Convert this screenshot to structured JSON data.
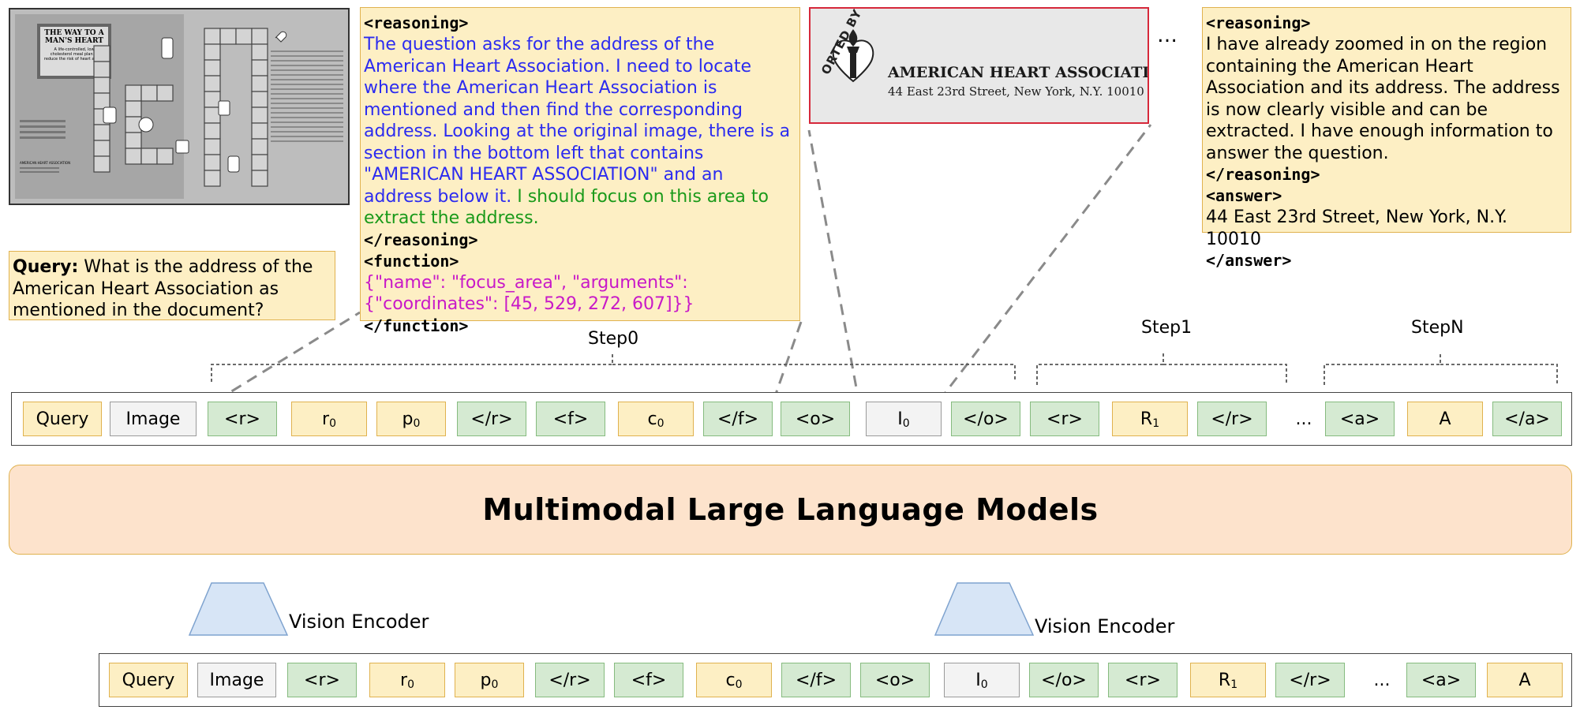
{
  "document_thumb": {
    "title": "THE WAY TO A MAN'S HEART",
    "subtitle": "A life-controlled, low cholesterol meal plan to reduce the risk of heart attack",
    "org": "AMERICAN HEART ASSOCIATION"
  },
  "query_box": {
    "label": "Query:",
    "text": " What is the address of the American Heart Association as mentioned in the document?"
  },
  "reasoning_box": {
    "open_reasoning": "<reasoning>",
    "text_blue": "The question asks for the address of the American Heart Association. I need to locate where the American Heart Association is mentioned and then find the corresponding address. Looking at the original image, there is a section in the bottom left that contains \"AMERICAN HEART ASSOCIATION\" and an address below it.",
    "text_green": " I should focus on this area to extract the address.",
    "close_reasoning": "</reasoning>",
    "open_function": "<function>",
    "function_call": "{\"name\": \"focus_area\", \"arguments\": {\"coordinates\": [45, 529, 272, 607]}}",
    "close_function": "</function>"
  },
  "crop": {
    "ring_text": "ORTED BY YOUR HEART FUND",
    "title": "AMERICAN HEART ASSOCIATION",
    "address": "44 East 23rd Street, New York, N.Y. 10010"
  },
  "ellipsis": "…",
  "answer_box": {
    "open_reasoning": "<reasoning>",
    "text": "I have already zoomed in on the region containing the American Heart Association and its address. The address is now clearly visible and can be extracted. I have enough information to answer the question.",
    "close_reasoning": "</reasoning>",
    "open_answer": "<answer>",
    "answer": "44 East 23rd Street, New York, N.Y. 10010",
    "close_answer": "</answer>"
  },
  "steps": {
    "step0": "Step0",
    "step1": "Step1",
    "stepn": "StepN"
  },
  "model_label": "Multimodal Large Language Models",
  "encoder_label": "Vision Encoder",
  "tokens": {
    "query": "Query",
    "image": "Image",
    "r_open": "<r>",
    "r0": "r",
    "r0_sub": "0",
    "p0": "p",
    "p0_sub": "0",
    "r_close": "</r>",
    "f_open": "<f>",
    "c0": "c",
    "c0_sub": "0",
    "f_close": "</f>",
    "o_open": "<o>",
    "i0": "I",
    "i0_sub": "0",
    "o_close": "</o>",
    "R1": "R",
    "R1_sub": "1",
    "dots": "...",
    "a_open": "<a>",
    "A": "A",
    "a_close": "</a>"
  },
  "colors": {
    "yellow": "#fdefc4",
    "green": "#d5ead2",
    "grey": "#f3f3f3",
    "model": "#fde3cc",
    "encoder": "#d7e5f6"
  }
}
